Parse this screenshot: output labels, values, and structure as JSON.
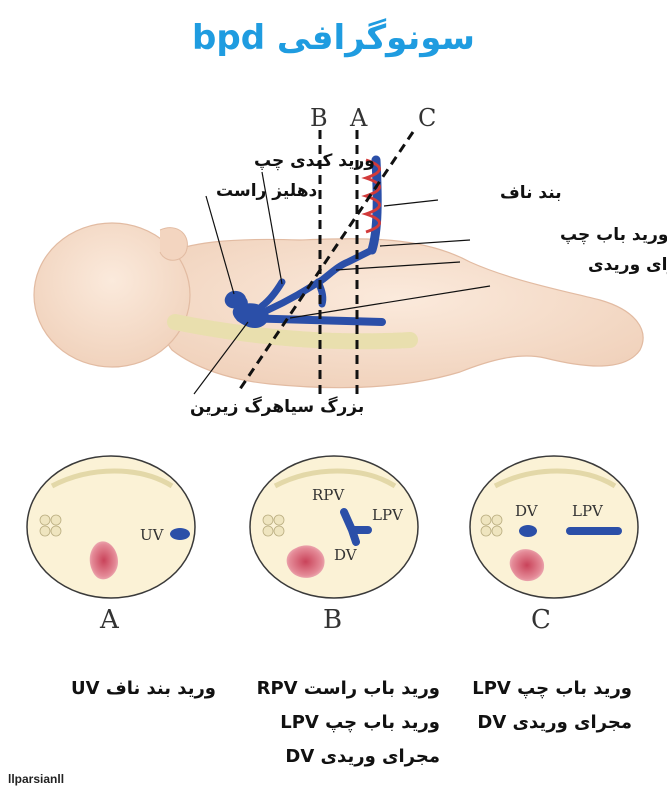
{
  "title": "سونوگرافی bpd",
  "top_figure": {
    "line_labels": {
      "b": "B",
      "a": "A",
      "c": "C"
    },
    "labels": {
      "left_hepatic_vein": "ورید کبدی چپ",
      "right_atrium": "دهلیز راست",
      "umbilical_cord": "بند ناف",
      "left_portal_vein": "ورید باب چپ",
      "ductus_venosus": "مجرای وریدی",
      "ivc": "بزرگ سیاهرگ زیرین"
    }
  },
  "sections": [
    {
      "letter": "A",
      "labels": {
        "uv": "UV"
      }
    },
    {
      "letter": "B",
      "labels": {
        "rpv": "RPV",
        "lpv": "LPV",
        "dv": "DV"
      }
    },
    {
      "letter": "C",
      "labels": {
        "dv": "DV",
        "lpv": "LPV"
      }
    }
  ],
  "captions": {
    "col_a": [
      "ورید بند ناف UV"
    ],
    "col_b": [
      "ورید باب راست RPV",
      "ورید باب چپ LPV",
      "مجرای وریدی DV"
    ],
    "col_c": [
      "ورید باب چپ LPV",
      "مجرای وریدی DV"
    ]
  },
  "watermark": "llparsianll",
  "colors": {
    "title": "#1f9ce0",
    "vein": "#2b4fa8",
    "cord": "#d23a3a",
    "skin": "#f6e2d2",
    "section_fill": "#fbf2d6"
  }
}
